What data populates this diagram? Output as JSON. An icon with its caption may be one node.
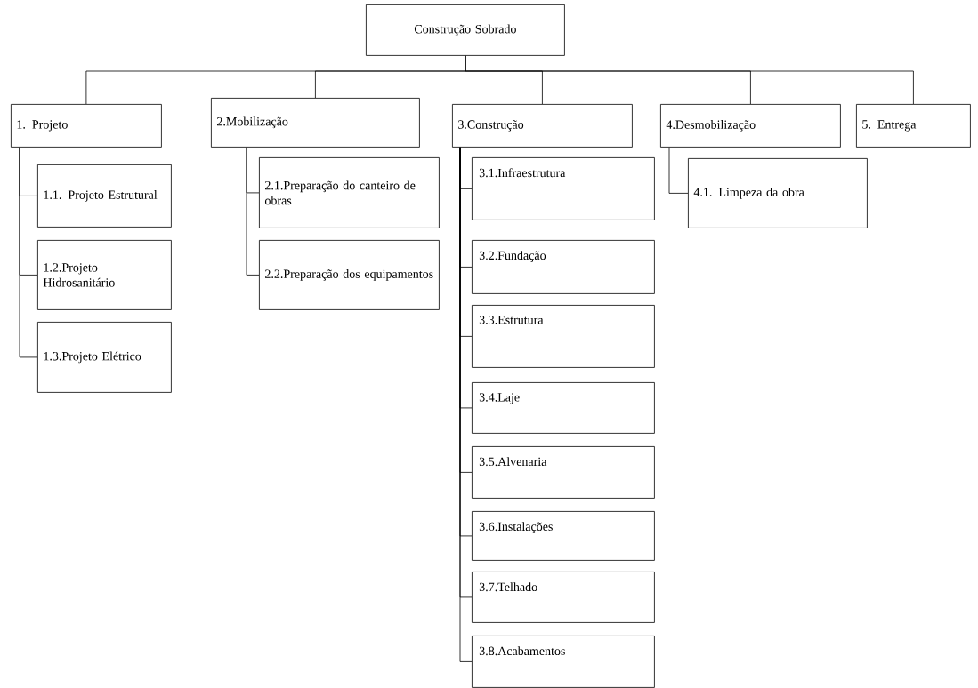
{
  "diagram": {
    "nodes": [
      {
        "text": [
          "Construção Sobrado"
        ]
      },
      {
        "text": [
          "1. Projeto"
        ]
      },
      {
        "text": [
          "2.Mobilização"
        ]
      },
      {
        "text": [
          "3.Construção"
        ]
      },
      {
        "text": [
          "4.Desmobilização"
        ]
      },
      {
        "text": [
          "5. Entrega"
        ]
      },
      {
        "text": [
          "1.1. Projeto Estrutural"
        ]
      },
      {
        "text": [
          "1.2.Projeto Hidrosanitário"
        ]
      },
      {
        "text": [
          "1.3.Projeto Elétrico"
        ]
      },
      {
        "text": [
          "2.1.Preparação do canteiro de obras"
        ]
      },
      {
        "text": [
          "2.2.Preparação dos equipamentos"
        ]
      },
      {
        "text": [
          "3.1.Infraestrutura"
        ]
      },
      {
        "text": [
          "3.2.Fundação"
        ]
      },
      {
        "text": [
          "3.3.Estrutura"
        ]
      },
      {
        "text": [
          "3.4.Laje"
        ]
      },
      {
        "text": [
          "3.5.Alvenaria"
        ]
      },
      {
        "text": [
          "3.6.Instalações"
        ]
      },
      {
        "text": [
          "3.7.Telhado"
        ]
      },
      {
        "text": [
          "3.8.Acabamentos"
        ]
      },
      {
        "text": [
          "4.1. Limpeza da obra"
        ]
      }
    ],
    "edges": [
      {
        "from": 0,
        "to": 1,
        "arrow": "none"
      },
      {
        "from": 0,
        "to": 2,
        "arrow": "none"
      },
      {
        "from": 0,
        "to": 3,
        "arrow": "none"
      },
      {
        "from": 0,
        "to": 4,
        "arrow": "none"
      },
      {
        "from": 0,
        "to": 5,
        "arrow": "none"
      },
      {
        "from": 1,
        "to": 6,
        "arrow": "none"
      },
      {
        "from": 1,
        "to": 7,
        "arrow": "none"
      },
      {
        "from": 1,
        "to": 8,
        "arrow": "none"
      },
      {
        "from": 2,
        "to": 9,
        "arrow": "none"
      },
      {
        "from": 2,
        "to": 10,
        "arrow": "none"
      },
      {
        "from": 3,
        "to": 11,
        "arrow": "none"
      },
      {
        "from": 3,
        "to": 12,
        "arrow": "none"
      },
      {
        "from": 3,
        "to": 13,
        "arrow": "none"
      },
      {
        "from": 3,
        "to": 14,
        "arrow": "none"
      },
      {
        "from": 3,
        "to": 15,
        "arrow": "none"
      },
      {
        "from": 3,
        "to": 16,
        "arrow": "none"
      },
      {
        "from": 3,
        "to": 17,
        "arrow": "none"
      },
      {
        "from": 3,
        "to": 18,
        "arrow": "none"
      },
      {
        "from": 4,
        "to": 19,
        "arrow": "none"
      }
    ]
  }
}
